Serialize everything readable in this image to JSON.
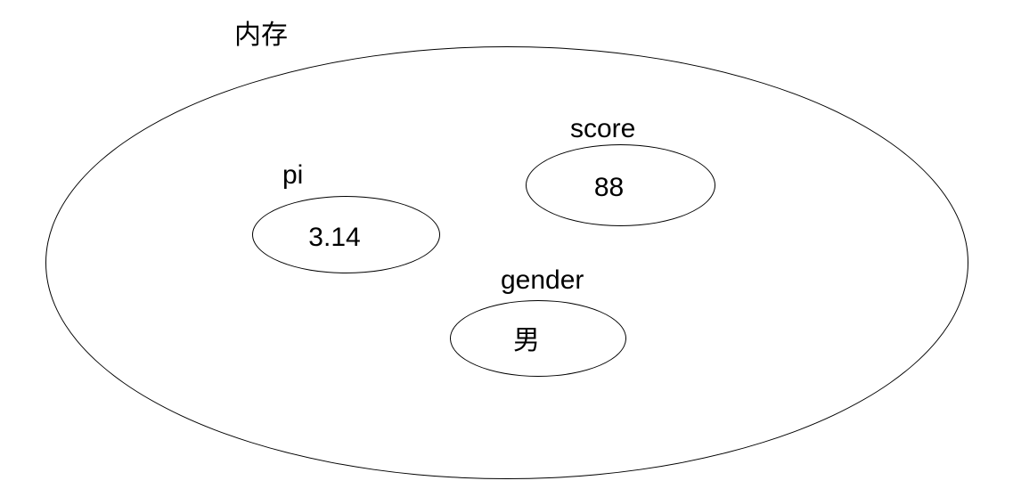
{
  "colors": {
    "background": "#ffffff",
    "stroke": "#000000",
    "text": "#000000"
  },
  "diagram": {
    "title": "内存",
    "variables": [
      {
        "name": "pi",
        "value": "3.14"
      },
      {
        "name": "score",
        "value": "88"
      },
      {
        "name": "gender",
        "value": "男"
      }
    ]
  }
}
